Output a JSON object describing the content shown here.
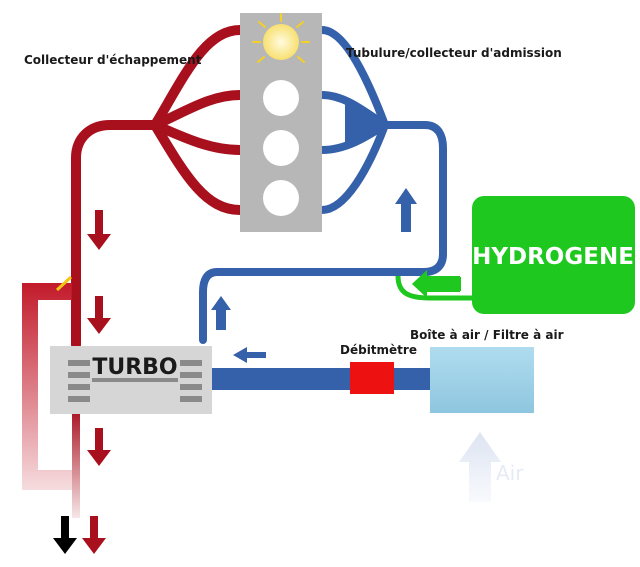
{
  "labels": {
    "exhaust_manifold": "Collecteur d'échappement",
    "intake_manifold": "Tubulure/collecteur d'admission",
    "turbo": "TURBO",
    "hydrogen": "HYDROGENE",
    "flow_meter": "Débitmètre",
    "airbox": "Boîte à air / Filtre à air",
    "air": "Air"
  },
  "colors": {
    "exhaust": "#a8101e",
    "intake": "#3560aa",
    "hydrogen": "#1ec81e",
    "engine_block": "#b7b7b7",
    "turbo_body": "#d6d6d6",
    "flow_meter": "#ee1111",
    "airbox": "#9fd0e6",
    "spark": "#ffeb8a"
  }
}
